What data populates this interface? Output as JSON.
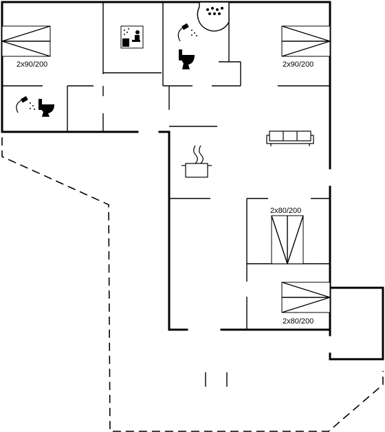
{
  "rooms": {
    "bedroom_top_left": {
      "bed_label": "2x90/200",
      "icon": "bed-icon"
    },
    "bedroom_top_right": {
      "bed_label": "2x90/200",
      "icon": "bed-icon"
    },
    "bedroom_middle_right": {
      "bed_label": "2x80/200",
      "icon": "bed-icon"
    },
    "bedroom_bottom_right": {
      "bed_label": "2x80/200",
      "icon": "bed-icon"
    },
    "sauna": {
      "icon": "sauna-icon"
    },
    "bathroom_top": {
      "icons": [
        "shower-icon",
        "toilet-icon",
        "whirlpool-icon"
      ]
    },
    "bathroom_left": {
      "icons": [
        "shower-icon",
        "toilet-icon"
      ]
    },
    "kitchen": {
      "icon": "cooking-pot-icon"
    },
    "living_room": {
      "icon": "sofa-icon"
    }
  }
}
